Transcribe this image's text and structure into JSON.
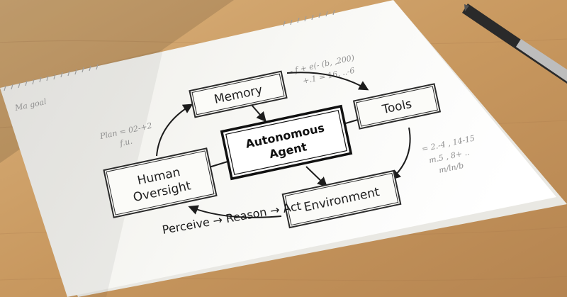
{
  "diagram": {
    "center": {
      "line1": "Autonomous",
      "line2": "Agent"
    },
    "nodes": {
      "memory": "Memory",
      "tools": "Tools",
      "environment": "Environment",
      "human_line1": "Human",
      "human_line2": "Oversight"
    },
    "loop_caption": "Perceive → Reason → Act"
  },
  "notes": {
    "top_left": "Ma goal",
    "left_1": "Plan = 02-+2",
    "left_2": "f.u.",
    "top_right_1": "- f + e(- (b, ,200)",
    "top_right_2": "+.1 = 16, ..-6",
    "right_1": "= 2.-4 , 14-15",
    "right_2": "m.5 , 8+ ..",
    "right_3": "m/ln/b"
  },
  "colors": {
    "desk": "#c89a63",
    "paper": "#f7f6f2",
    "ink": "#1c1c1c",
    "pencil": "#9a9a9a"
  }
}
